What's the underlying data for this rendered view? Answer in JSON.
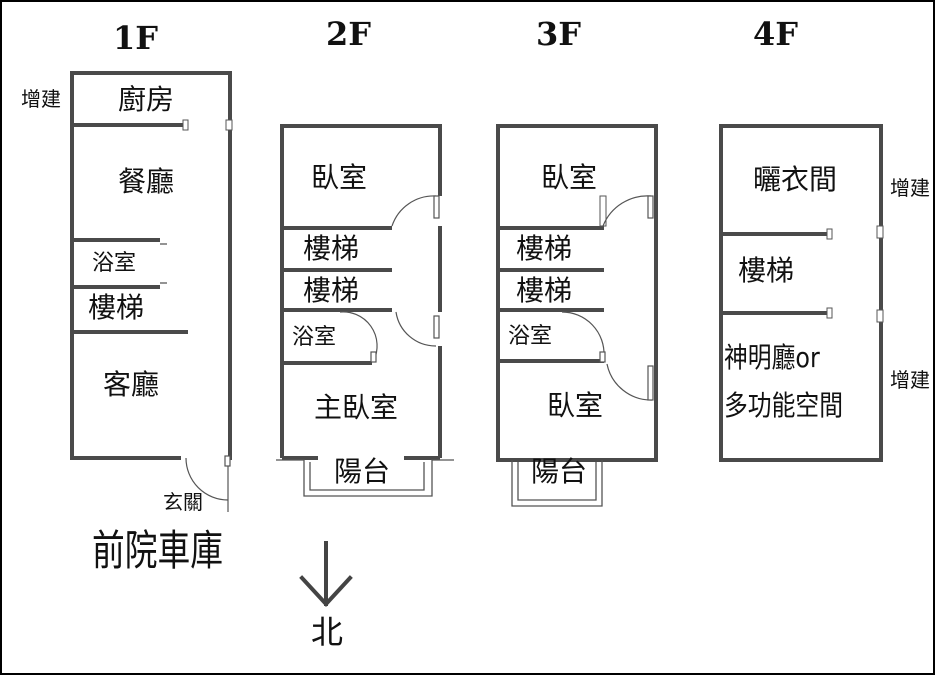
{
  "floors": [
    {
      "label": "1F",
      "annex_label": "增建",
      "rooms": [
        "廚房",
        "餐廳",
        "浴室",
        "樓梯",
        "客廳"
      ],
      "entrance": "玄關"
    },
    {
      "label": "2F",
      "rooms": [
        "臥室",
        "樓梯",
        "樓梯",
        "浴室",
        "主臥室"
      ],
      "balcony": "陽台"
    },
    {
      "label": "3F",
      "rooms": [
        "臥室",
        "樓梯",
        "樓梯",
        "浴室",
        "臥室"
      ],
      "balcony": "陽台"
    },
    {
      "label": "4F",
      "rooms": [
        "曬衣間",
        "樓梯",
        "神明廳or",
        "多功能空間"
      ],
      "annex_labels": [
        "增建",
        "增建"
      ]
    }
  ],
  "front_yard": "前院車庫",
  "north": "北",
  "colors": {
    "walls": "#4a4a4a",
    "background": "#ffffff",
    "frame": "#000000"
  }
}
